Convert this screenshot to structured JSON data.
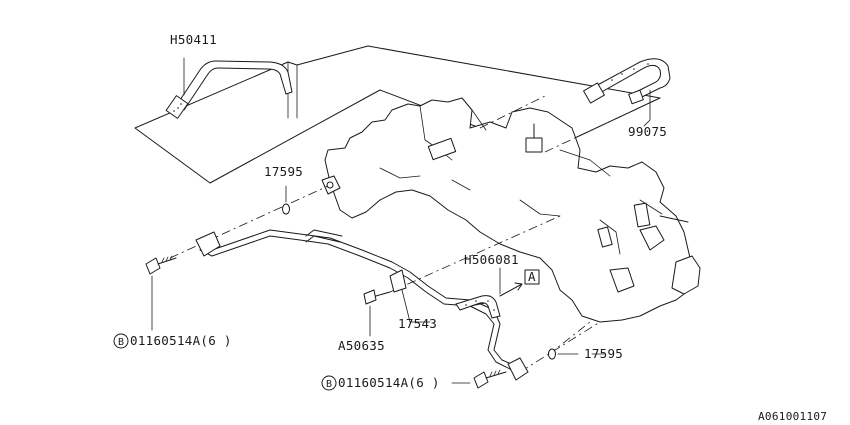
{
  "labels": {
    "hose_top_left": "H50411",
    "hose_top_right": "99075",
    "gasket_upper": "17595",
    "hose_middle": "H506081",
    "ref_box": "A",
    "pipe_assembly": "17543",
    "clip": "A50635",
    "bolt_left": "01160514A(6 )",
    "bolt_bottom": "01160514A(6 )",
    "gasket_lower": "17595",
    "bolt_symbol": "B",
    "drawing_id": "A061001107"
  }
}
